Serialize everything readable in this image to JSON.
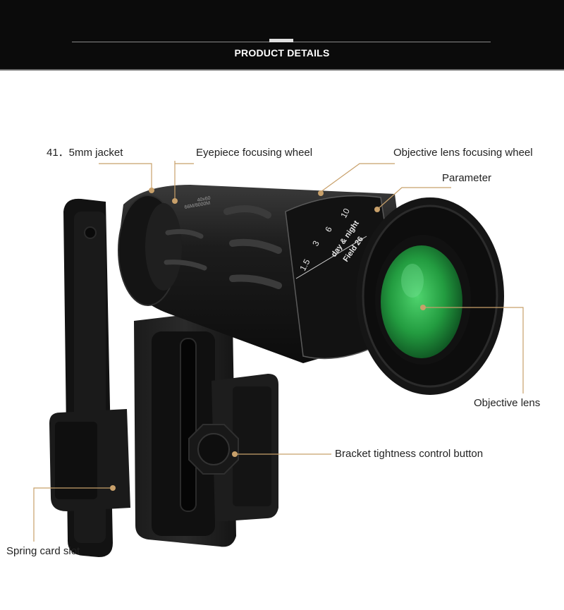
{
  "header": {
    "title": "PRODUCT DETAILS"
  },
  "labels": {
    "jacket": "41．5mm jacket",
    "eyepiece_wheel": "Eyepiece focusing wheel",
    "objective_wheel": "Objective lens focusing wheel",
    "parameter": "Parameter",
    "objective_lens": "Objective lens",
    "bracket_button": "Bracket tightness control button",
    "spring_slot": "Spring card slot"
  },
  "product_markings": {
    "zoom_scale": [
      "1.5",
      "3",
      "6",
      "10"
    ],
    "spec_line_1": "day & night",
    "spec_line_2": "Field 26",
    "body_text_1": "40x60",
    "body_text_2": "66M/8000M"
  },
  "colors": {
    "header_bg": "#0b0b0b",
    "leader_line": "#c8a06a",
    "lens_green": "#2ea84a",
    "device_black": "#161616"
  }
}
